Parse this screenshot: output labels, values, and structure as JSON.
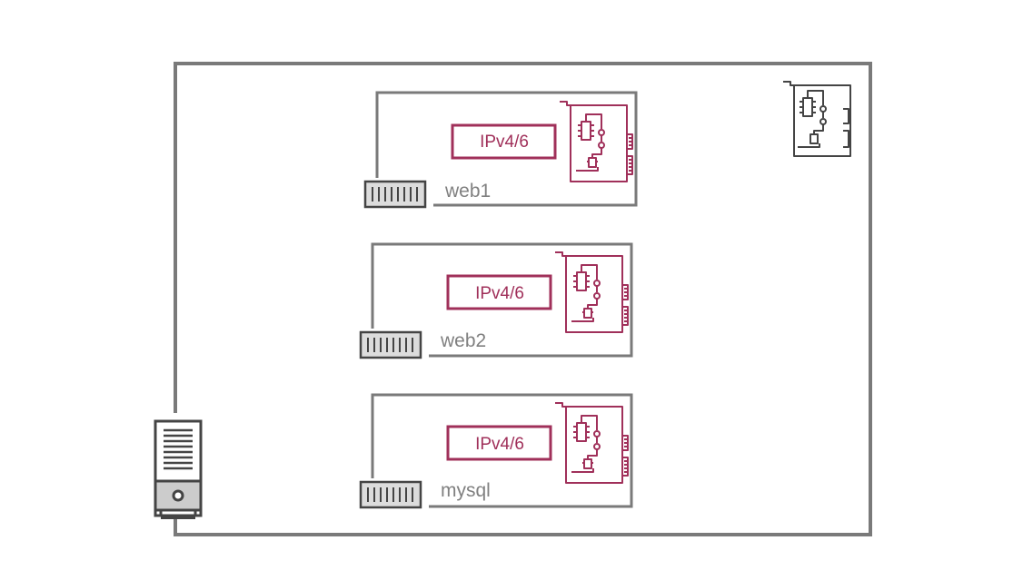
{
  "host": {
    "nic_icon": "network-card-icon",
    "server_icon": "server-icon"
  },
  "containers": [
    {
      "name": "web1",
      "ip_label": "IPv4/6",
      "nic_icon": "network-card-icon",
      "icon": "container-icon"
    },
    {
      "name": "web2",
      "ip_label": "IPv4/6",
      "nic_icon": "network-card-icon",
      "icon": "container-icon"
    },
    {
      "name": "mysql",
      "ip_label": "IPv4/6",
      "nic_icon": "network-card-icon",
      "icon": "container-icon"
    }
  ],
  "colors": {
    "line": "#7a7a7a",
    "accent": "#a0305a",
    "dark": "#444444"
  }
}
